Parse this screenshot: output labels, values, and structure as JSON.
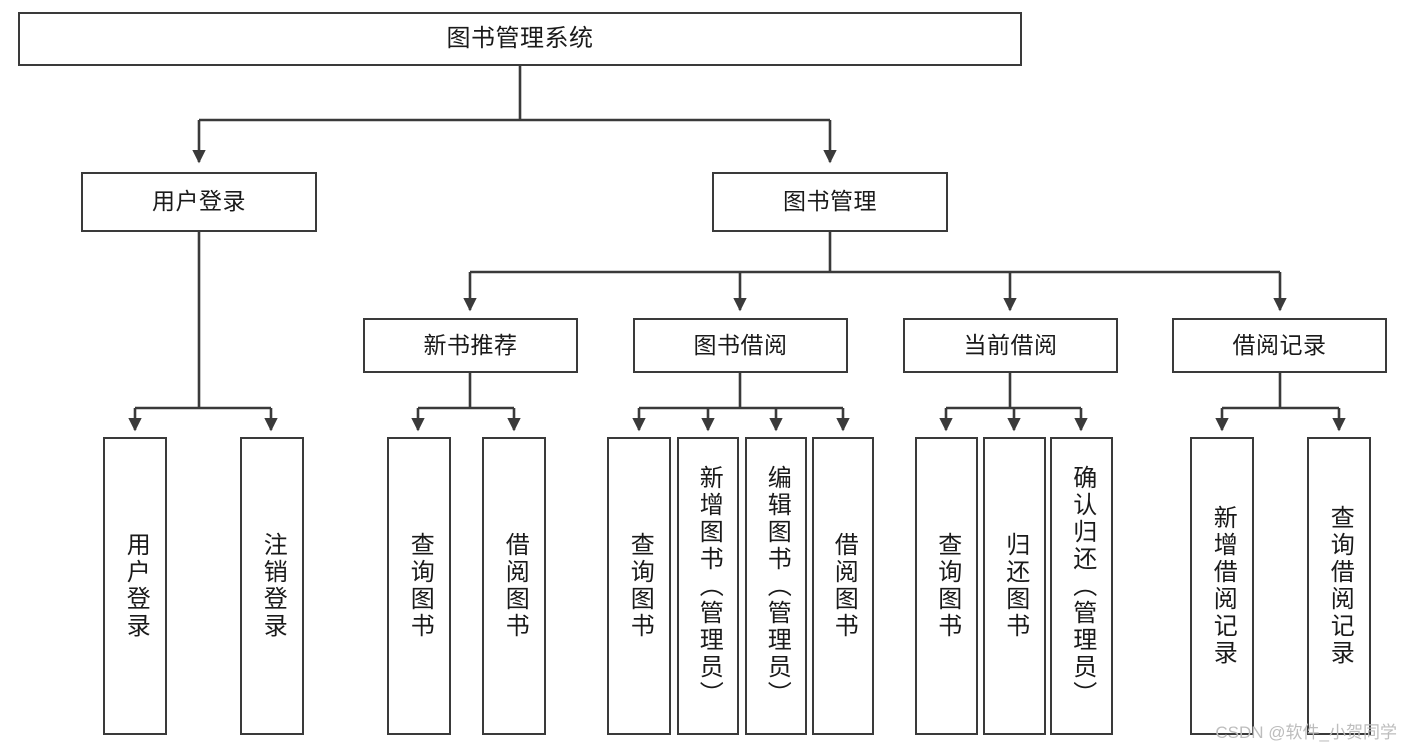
{
  "diagram": {
    "title": "图书管理系统",
    "type": "tree-hierarchy-diagram",
    "stroke_color": "#3a3a3a",
    "background_color": "#ffffff",
    "text_color": "#1a1a1a"
  },
  "watermark": {
    "text": "CSDN @软件_小贺同学",
    "color": "#bdbdbd"
  },
  "nodes": {
    "root": {
      "label": "图书管理系统"
    },
    "level2": [
      {
        "id": "user-login",
        "label": "用户登录"
      },
      {
        "id": "book-management",
        "label": "图书管理"
      }
    ],
    "level3": [
      {
        "id": "new-book-recommend",
        "label": "新书推荐"
      },
      {
        "id": "book-borrow",
        "label": "图书借阅"
      },
      {
        "id": "current-borrow",
        "label": "当前借阅"
      },
      {
        "id": "borrow-record",
        "label": "借阅记录"
      }
    ],
    "leaves": {
      "user_login": [
        {
          "id": "leaf-user-login",
          "label": "用户登录"
        },
        {
          "id": "leaf-logout-login",
          "label": "注销登录"
        }
      ],
      "new_book_recommend": [
        {
          "id": "leaf-query-book-1",
          "label": "查询图书"
        },
        {
          "id": "leaf-borrow-book-1",
          "label": "借阅图书"
        }
      ],
      "book_borrow": [
        {
          "id": "leaf-query-book-2",
          "label": "查询图书"
        },
        {
          "id": "leaf-add-book",
          "label": "新增图书（管理员）"
        },
        {
          "id": "leaf-edit-book",
          "label": "编辑图书（管理员）"
        },
        {
          "id": "leaf-borrow-book-2",
          "label": "借阅图书"
        }
      ],
      "current_borrow": [
        {
          "id": "leaf-query-book-3",
          "label": "查询图书"
        },
        {
          "id": "leaf-return-book",
          "label": "归还图书"
        },
        {
          "id": "leaf-confirm-return",
          "label": "确认归还（管理员）"
        }
      ],
      "borrow_record": [
        {
          "id": "leaf-add-record",
          "label": "新增借阅记录"
        },
        {
          "id": "leaf-query-record",
          "label": "查询借阅记录"
        }
      ]
    }
  }
}
